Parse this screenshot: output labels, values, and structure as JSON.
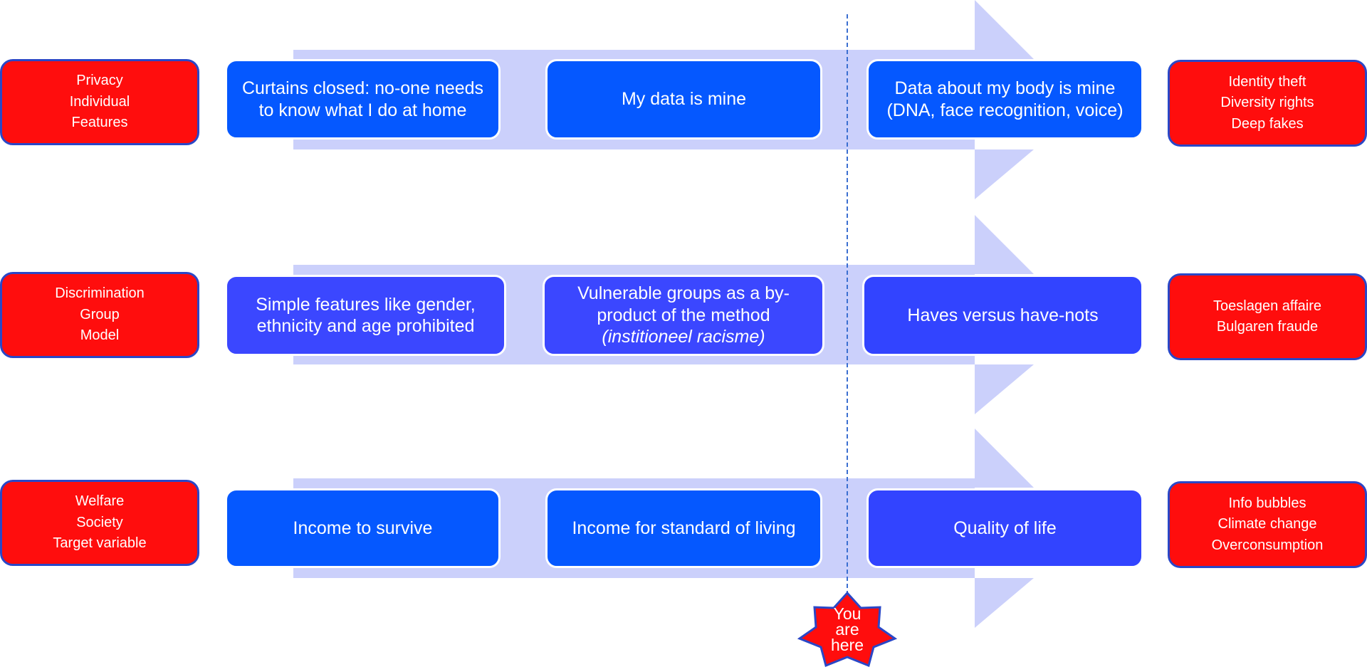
{
  "rows": [
    {
      "left_labels": [
        "Privacy",
        "Individual",
        "Features"
      ],
      "stages": [
        {
          "lines": [
            "Curtains closed: no-one needs",
            "to know what I do at home"
          ]
        },
        {
          "lines": [
            "My data is mine"
          ]
        },
        {
          "lines": [
            "Data about my body is mine",
            "(DNA, face recognition, voice)"
          ]
        }
      ],
      "right_labels": [
        "Identity theft",
        "Diversity rights",
        "Deep fakes"
      ]
    },
    {
      "left_labels": [
        "Discrimination",
        "Group",
        "Model"
      ],
      "stages": [
        {
          "lines": [
            "Simple features like gender,",
            "ethnicity and age prohibited"
          ]
        },
        {
          "lines": [
            "Vulnerable groups as a by-",
            "product of the method",
            "(institioneel racisme)"
          ]
        },
        {
          "lines": [
            "Haves versus have-nots"
          ]
        }
      ],
      "right_labels": [
        "Toeslagen affaire",
        "Bulgaren fraude"
      ]
    },
    {
      "left_labels": [
        "Welfare",
        "Society",
        "Target variable"
      ],
      "stages": [
        {
          "lines": [
            "Income to survive"
          ]
        },
        {
          "lines": [
            "Income for standard of living"
          ]
        },
        {
          "lines": [
            "Quality of life"
          ]
        }
      ],
      "right_labels": [
        "Info bubbles",
        "Climate change",
        "Overconsumption"
      ]
    }
  ],
  "marker": {
    "lines": [
      "You",
      "are",
      "here"
    ]
  },
  "colors": {
    "side_box": "#ff0d0d",
    "side_border": "#2a47c7",
    "stage_blue": "#0558ff",
    "stage_violet_blue": "#3b47ff",
    "arrow": "#cbd0fb"
  }
}
